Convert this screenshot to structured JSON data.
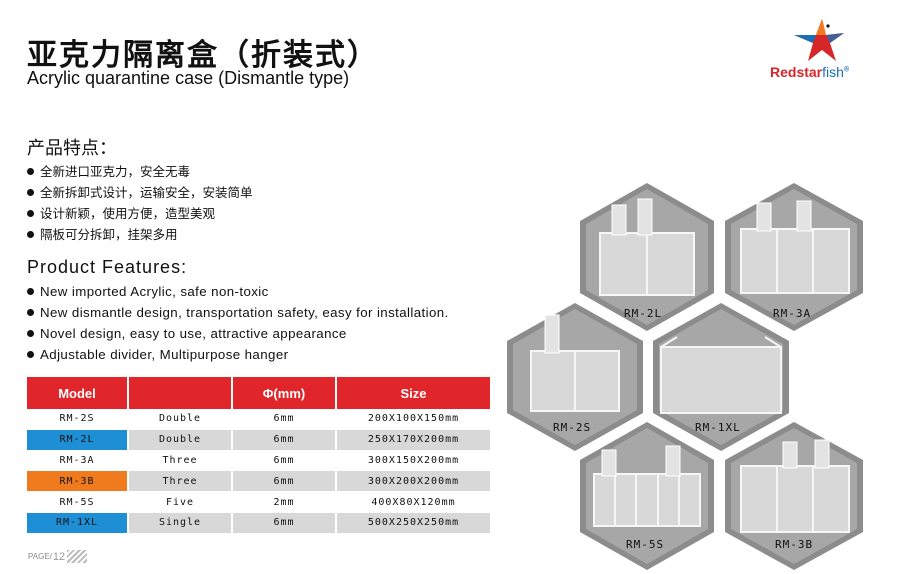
{
  "header": {
    "title_cn": "亚克力隔离盒（折装式）",
    "title_en": "Acrylic quarantine case (Dismantle type)"
  },
  "logo": {
    "brand_red": "Redstar",
    "brand_blue": "fish",
    "registered_mark": "®",
    "colors": {
      "red": "#d7262a",
      "blue": "#1b6fb5"
    }
  },
  "features_cn": {
    "heading": "产品特点：",
    "items": [
      "全新进口亚克力，安全无毒",
      "全新拆卸式设计，运输安全，安装简单",
      "设计新颖，使用方便，造型美观",
      "隔板可分拆卸，挂架多用"
    ]
  },
  "features_en": {
    "heading": "Product  Features:",
    "items": [
      "New imported Acrylic, safe non-toxic",
      "New dismantle design, transportation safety, easy for installation.",
      "Novel design, easy to use, attractive appearance",
      "Adjustable divider, Multipurpose hanger"
    ]
  },
  "table": {
    "headers": [
      "Model",
      "",
      "Φ(mm)",
      "Size"
    ],
    "rows": [
      [
        "RM-2S",
        "Double",
        "6mm",
        "200X100X150mm"
      ],
      [
        "RM-2L",
        "Double",
        "6mm",
        "250X170X200mm"
      ],
      [
        "RM-3A",
        "Three",
        "6mm",
        "300X150X200mm"
      ],
      [
        "RM-3B",
        "Three",
        "6mm",
        "300X200X200mm"
      ],
      [
        "RM-5S",
        "Five",
        "2mm",
        "400X80X120mm"
      ],
      [
        "RM-1XL",
        "Single",
        "6mm",
        "500X250X250mm"
      ]
    ],
    "colors": {
      "header": "#e1262b",
      "blue": "#1e8fd4",
      "orange": "#f07b1e",
      "gray": "#d8d8d8"
    }
  },
  "page": {
    "prefix": "PAGE",
    "number": "12"
  },
  "product_images": [
    {
      "label": "RM-2L"
    },
    {
      "label": "RM-3A"
    },
    {
      "label": "RM-2S"
    },
    {
      "label": "RM-1XL"
    },
    {
      "label": "RM-5S"
    },
    {
      "label": "RM-3B"
    }
  ]
}
